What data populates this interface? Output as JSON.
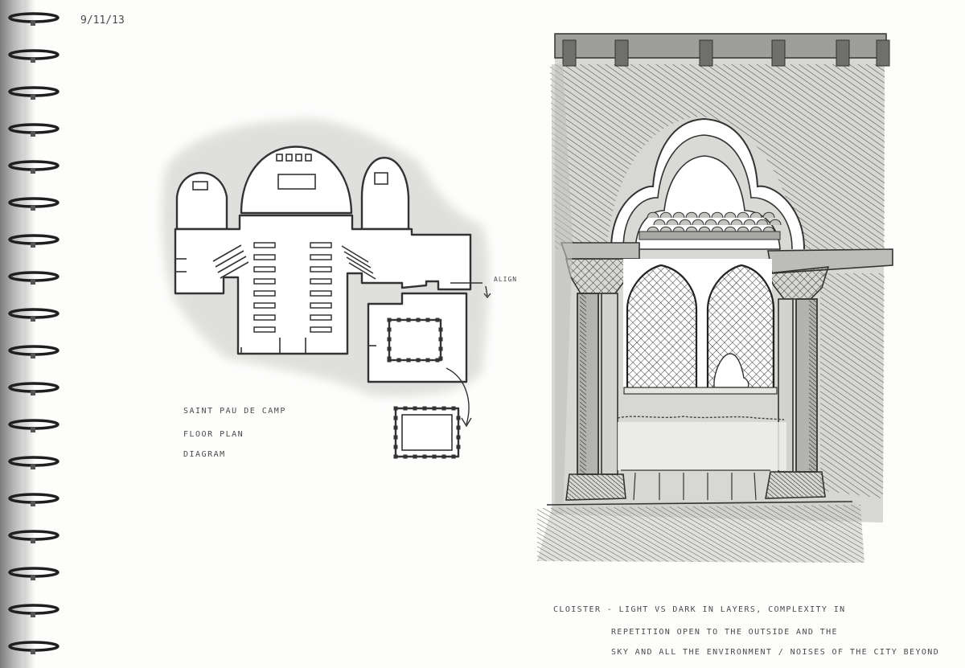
{
  "sketchbook": {
    "date": "9/11/13",
    "floor_plan": {
      "annotation": "ALIGN",
      "caption_lines": [
        "SAINT PAU DE CAMP",
        "FLOOR PLAN",
        "DIAGRAM"
      ]
    },
    "cloister": {
      "caption_lines": [
        "CLOISTER - LIGHT VS DARK IN LAYERS, COMPLEXITY IN",
        "REPETITION OPEN TO THE OUTSIDE AND THE",
        "SKY AND ALL THE ENVIRONMENT / NOISES OF THE CITY BEYOND"
      ]
    }
  }
}
